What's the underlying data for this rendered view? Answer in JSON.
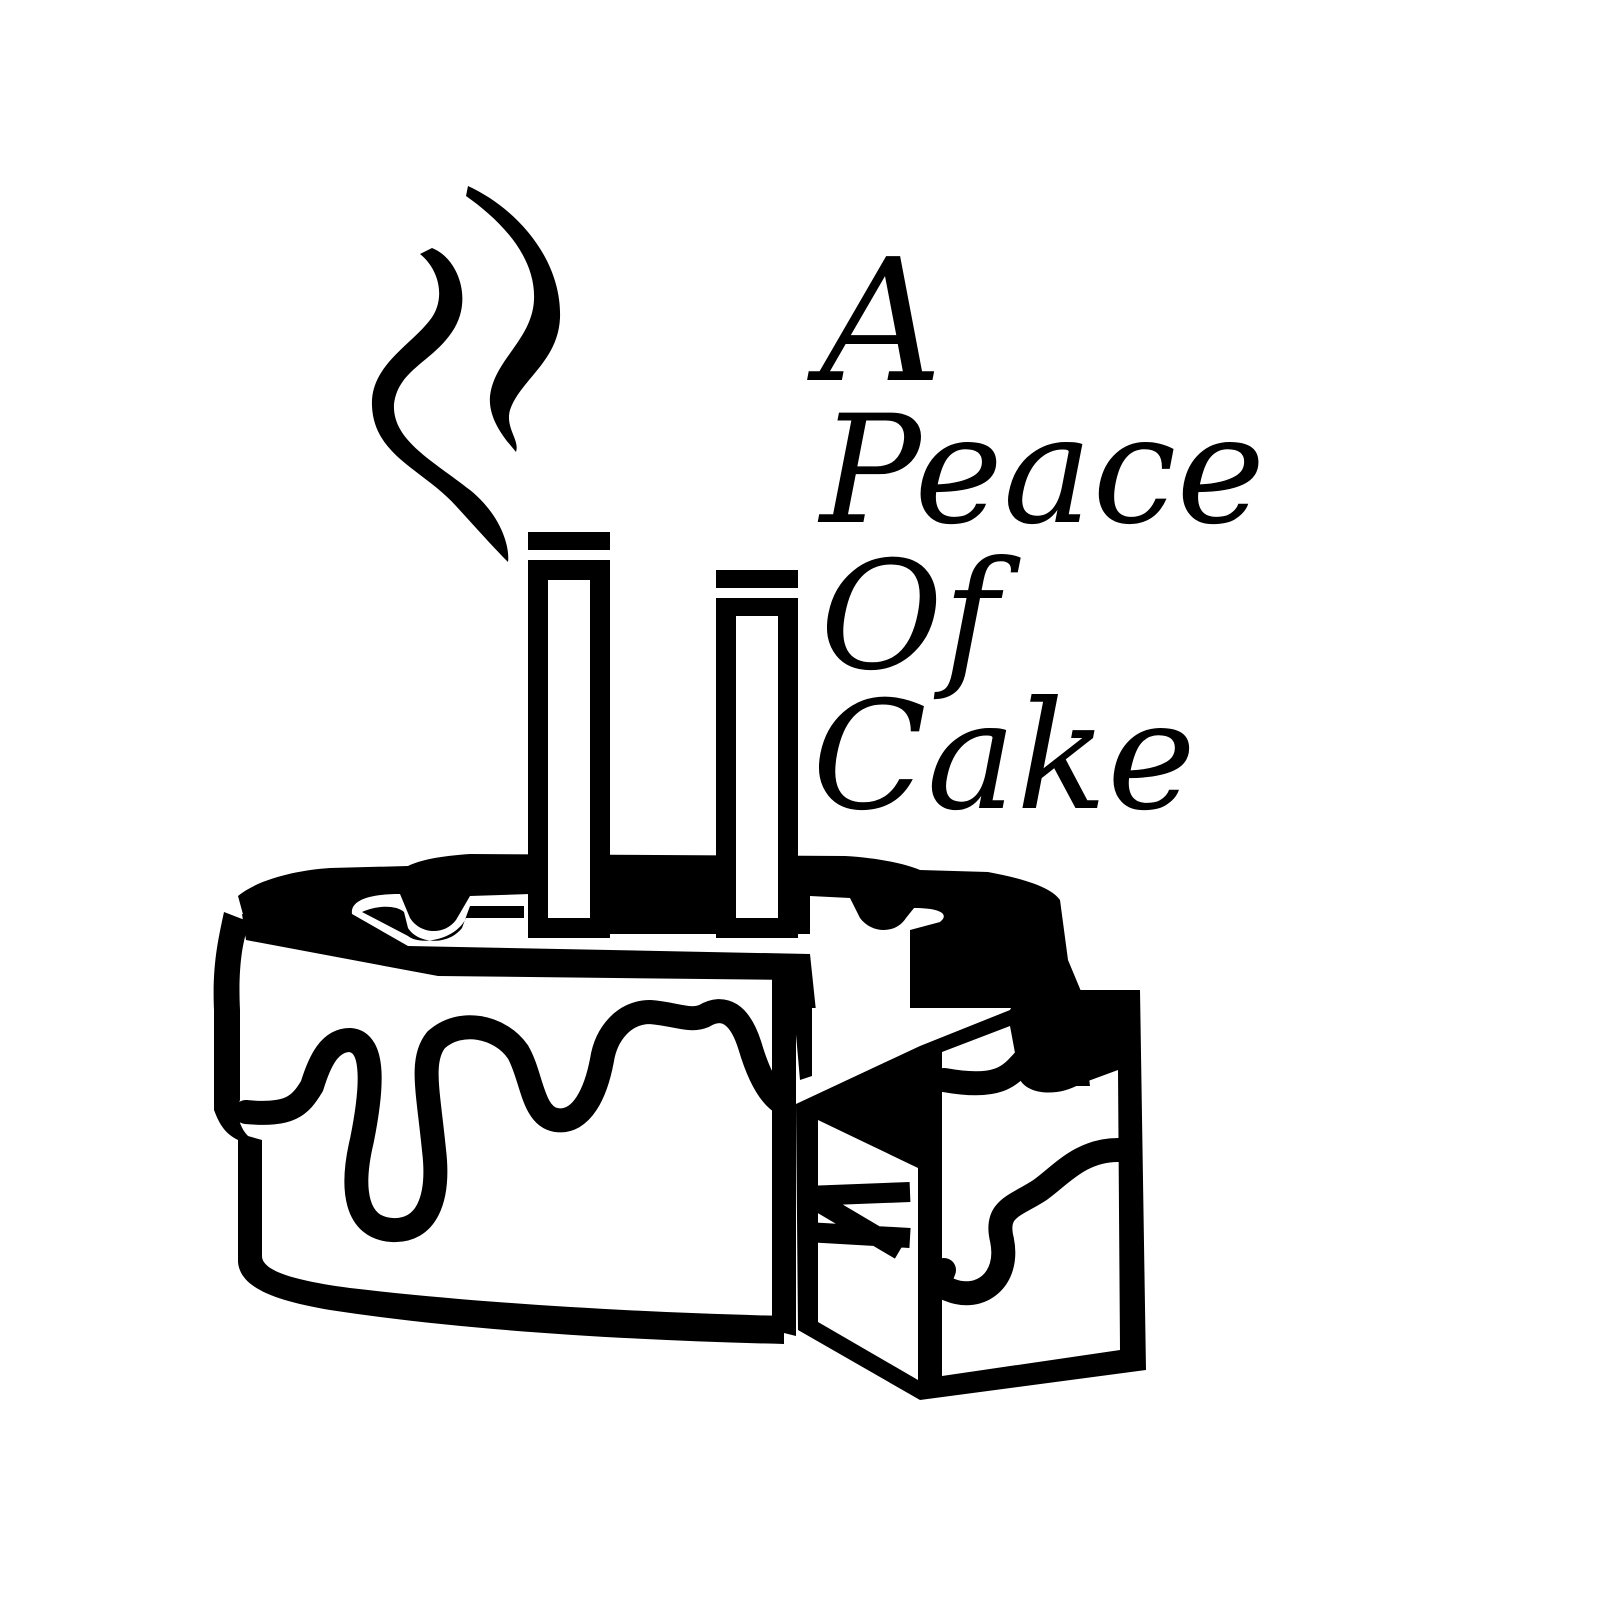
{
  "logo": {
    "wordmark_lines": [
      "A",
      "Peace",
      "Of",
      "Cake"
    ],
    "ink_color": "#000000",
    "background_color": "#ffffff",
    "icon": "cake-with-candles-icon"
  }
}
